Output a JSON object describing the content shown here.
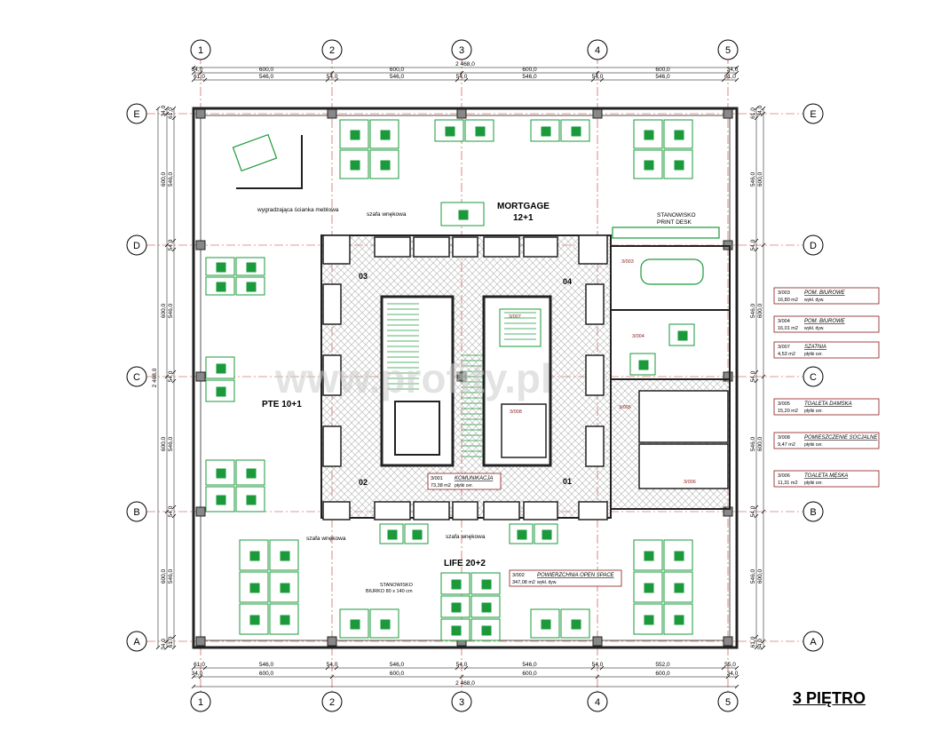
{
  "sheet_title": "3 PIĘTRO",
  "grid": {
    "columns": [
      "1",
      "2",
      "3",
      "4",
      "5"
    ],
    "rows": [
      "E",
      "D",
      "C",
      "B",
      "A"
    ]
  },
  "dimensions": {
    "overall": "2 468,0",
    "bay": "600,0",
    "inner": "546,0",
    "column": "54,0",
    "edge": "34,0",
    "half_column": "61,0",
    "bottom_inner": [
      "61,0",
      "546,0",
      "54,0",
      "546,0",
      "54,0",
      "546,0",
      "54,0",
      "552,0",
      "55,0"
    ],
    "top_inner": [
      "61,0",
      "546,0",
      "54,0",
      "546,0",
      "54,0",
      "546,0",
      "54,0",
      "546,0",
      "61,0"
    ]
  },
  "zones": {
    "mortgage": "MORTGAGE",
    "mortgage_count": "12+1",
    "pte": "PTE 10+1",
    "life": "LIFE 20+2"
  },
  "labels": {
    "partition": "wygradzająca ścianka meblowa",
    "wardrobe_top": "szafa wnękowa",
    "wardrobe_bottom_left": "szafa wnękowa",
    "wardrobe_bottom_right": "szafa wnękowa",
    "print_desk_1": "STANOWISKO",
    "print_desk_2": "PRINT DESK",
    "desk_1": "STANOWISKO",
    "desk_2": "BIURKO 80 x 140 cm",
    "marker_03": "03",
    "marker_04": "04",
    "marker_02": "02",
    "marker_01": "01"
  },
  "rooms": [
    {
      "code": "3/003",
      "name": "POM. BIUROWE",
      "area": "16,80 m2",
      "finish": "wykł. dyw."
    },
    {
      "code": "3/004",
      "name": "POM. BIUROWE",
      "area": "16,01 m2",
      "finish": "wykł. dyw."
    },
    {
      "code": "3/007",
      "name": "SZATNIA",
      "area": "4,53 m2",
      "finish": "płytki cer."
    },
    {
      "code": "3/005",
      "name": "TOALETA DAMSKA",
      "area": "15,20 m2",
      "finish": "płytki cer."
    },
    {
      "code": "3/008",
      "name": "POMIESZCZENIE SOCJALNE",
      "area": "9,47 m2",
      "finish": "płytki cer."
    },
    {
      "code": "3/006",
      "name": "TOALETA MĘSKA",
      "area": "11,31 m2",
      "finish": "płytki cer."
    }
  ],
  "core_rooms": {
    "communication_code": "3/001",
    "communication_name": "KOMUNIKACJA",
    "communication_area": "73,38 m2",
    "communication_finish": "płytki cer.",
    "open_code": "3/002",
    "open_name": "POWIERZCHNIA OPEN SPACE",
    "open_area": "347,08 m2",
    "open_finish": "wykł. dyw.",
    "tag_3003": "3/003",
    "tag_3004": "3/004",
    "tag_3005": "3/005",
    "tag_3006": "3/006",
    "tag_3007": "3/007",
    "tag_3008": "3/008"
  },
  "watermark": "www.profity.pl",
  "colors": {
    "grid": "#c0392b",
    "furniture": "#1a9a3a",
    "wall": "#222222",
    "label_box": "#8b1a1a",
    "hatch": "#999999"
  }
}
